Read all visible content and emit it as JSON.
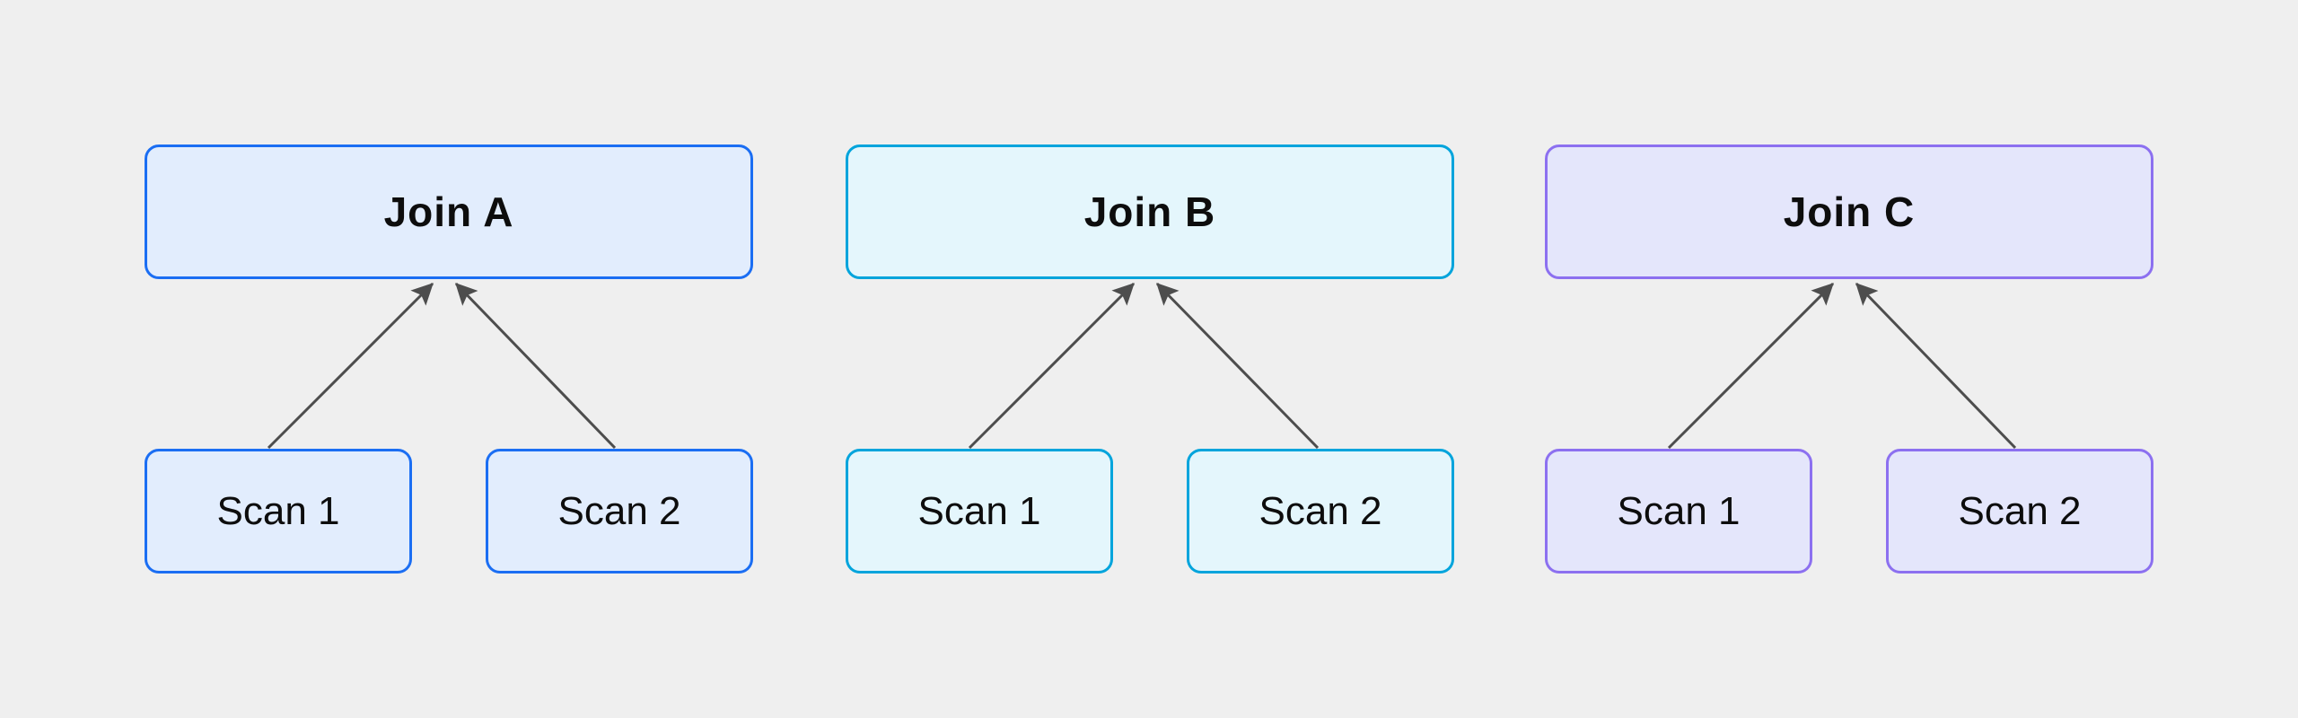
{
  "canvas": {
    "background_color": "#efefef",
    "arrow_color": "#4d4d4d",
    "text_color": "#0d0d0d"
  },
  "diagram": {
    "type": "query-plan-trees",
    "groups": [
      {
        "id": "A",
        "join": {
          "label": "Join A"
        },
        "scans": [
          {
            "label": "Scan 1"
          },
          {
            "label": "Scan 2"
          }
        ],
        "colors": {
          "border": "#1b6ef3",
          "fill": "#e2edfd"
        }
      },
      {
        "id": "B",
        "join": {
          "label": "Join B"
        },
        "scans": [
          {
            "label": "Scan 1"
          },
          {
            "label": "Scan 2"
          }
        ],
        "colors": {
          "border": "#00a4dc",
          "fill": "#e4f6fc"
        }
      },
      {
        "id": "C",
        "join": {
          "label": "Join C"
        },
        "scans": [
          {
            "label": "Scan 1"
          },
          {
            "label": "Scan 2"
          }
        ],
        "colors": {
          "border": "#8c70f0",
          "fill": "#e4e6fb"
        }
      }
    ]
  }
}
